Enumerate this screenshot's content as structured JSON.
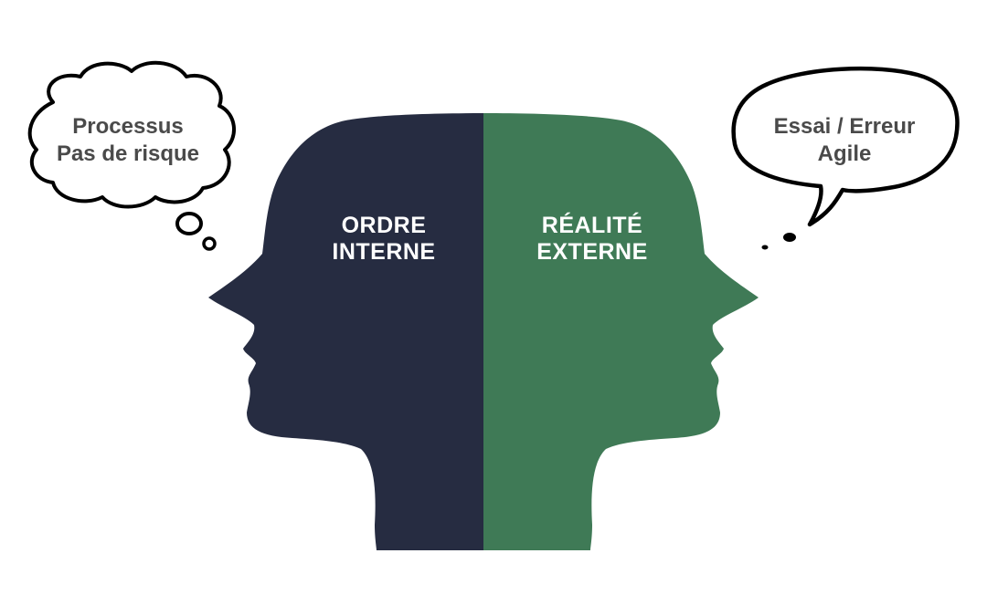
{
  "heads": {
    "left": {
      "label_line1": "ORDRE",
      "label_line2": "INTERNE",
      "color": "#262c41"
    },
    "right": {
      "label_line1": "RÉALITÉ",
      "label_line2": "EXTERNE",
      "color": "#3f7a56"
    }
  },
  "thought_bubble": {
    "line1": "Processus",
    "line2": "Pas de risque"
  },
  "speech_bubble": {
    "line1": "Essai / Erreur",
    "line2": "Agile"
  },
  "colors": {
    "outline": "#000000",
    "text_gray": "#4a4a4a",
    "background": "#ffffff"
  }
}
